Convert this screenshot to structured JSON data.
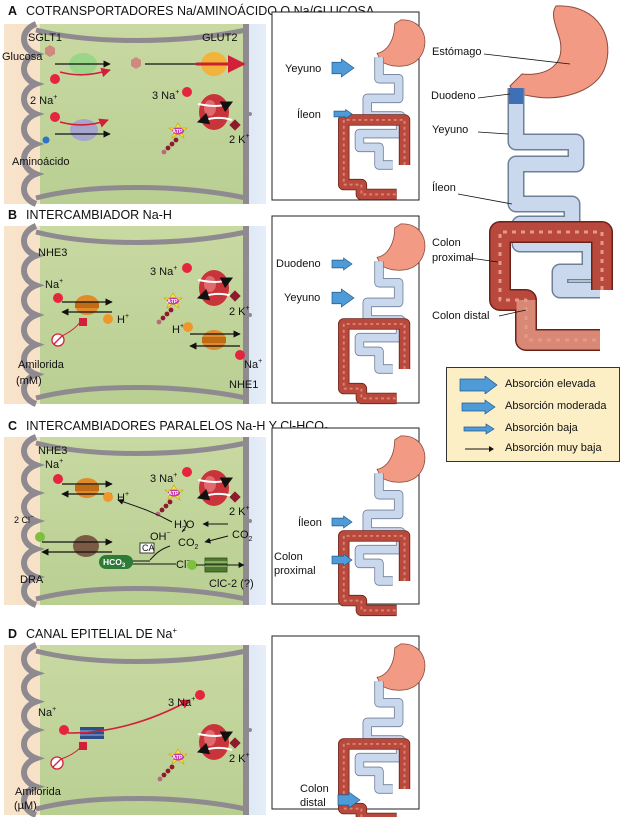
{
  "panels": [
    {
      "letter": "A",
      "title": "COTRANSPORTADORES Na/AMINOÁCIDO O Na/GLUCOSA"
    },
    {
      "letter": "B",
      "title": "INTERCAMBIADOR Na-H"
    },
    {
      "letter": "C",
      "title": "INTERCAMBIADORES PARALELOS Na-H Y Cl-HCO",
      "title_sub": "3"
    },
    {
      "letter": "D",
      "title": "CANAL EPITELIAL DE Na",
      "title_sup": "+"
    }
  ],
  "panelA": {
    "sglt1": "SGLT1",
    "glucosa": "Glucosa",
    "na": "2 Na",
    "na_sup": "+",
    "aminoacido": "Aminoácido",
    "glut2": "GLUT2",
    "na3": "3 Na",
    "k2": "2 K",
    "sup": "+",
    "atp": "ATP",
    "yeyuno": "Yeyuno",
    "ileon": "Íleon"
  },
  "panelB": {
    "nhe3": "NHE3",
    "na": "Na",
    "sup": "+",
    "h": "H",
    "amilorida": "Amilorida",
    "amilorida_conc": "(mM)",
    "na3": "3 Na",
    "k2": "2 K",
    "nhe1": "NHE1",
    "atp": "ATP",
    "duodeno": "Duodeno",
    "yeyuno": "Yeyuno"
  },
  "panelC": {
    "nhe3": "NHE3",
    "na": "Na",
    "sup": "+",
    "h": "H",
    "cl2": "2 Cl",
    "minus": "−",
    "dra": "DRA",
    "na3": "3 Na",
    "k2": "2 K",
    "h2o": "H",
    "h2o_b": "O",
    "h2o_sub": "2",
    "oh": "OH",
    "co2": "CO",
    "co2_sub": "2",
    "ca": "CA",
    "hco3": "HCO",
    "hco3_sub": "3",
    "cl": "Cl",
    "clc2": "ClC-2 (?)",
    "atp": "ATP",
    "ileon": "Íleon",
    "colon_proximal_1": "Colon",
    "colon_proximal_2": "proximal"
  },
  "panelD": {
    "na": "Na",
    "sup": "+",
    "na3": "3 Na",
    "k2": "2 K",
    "amilorida": "Amilorida",
    "amilorida_conc": "(µM)",
    "atp": "ATP",
    "colon_distal_1": "Colon",
    "colon_distal_2": "distal"
  },
  "anatomy": {
    "estomago": "Estómago",
    "duodeno": "Duodeno",
    "yeyuno": "Yeyuno",
    "ileon": "Íleon",
    "colon_proximal_1": "Colon",
    "colon_proximal_2": "proximal",
    "colon_distal": "Colon distal"
  },
  "legend": {
    "items": [
      "Absorción elevada",
      "Absorción moderada",
      "Absorción baja",
      "Absorción muy baja"
    ]
  },
  "colors": {
    "lumen": "#f6dcc0",
    "cell": "#c9d9a6",
    "blood": "#c3d8ef",
    "membrane": "#8e8a90",
    "stomach": "#f29a83",
    "small_int": "#c9d8ec",
    "colon": "#b9493c",
    "arrow": "#4f9bd8",
    "na_dot": "#e5253e",
    "k_diamond": "#8d1b2b",
    "h_dot": "#f0972b",
    "cl_dot": "#7fbf3f",
    "pump": "#c83a37",
    "legend_bg": "#fcefc6"
  }
}
